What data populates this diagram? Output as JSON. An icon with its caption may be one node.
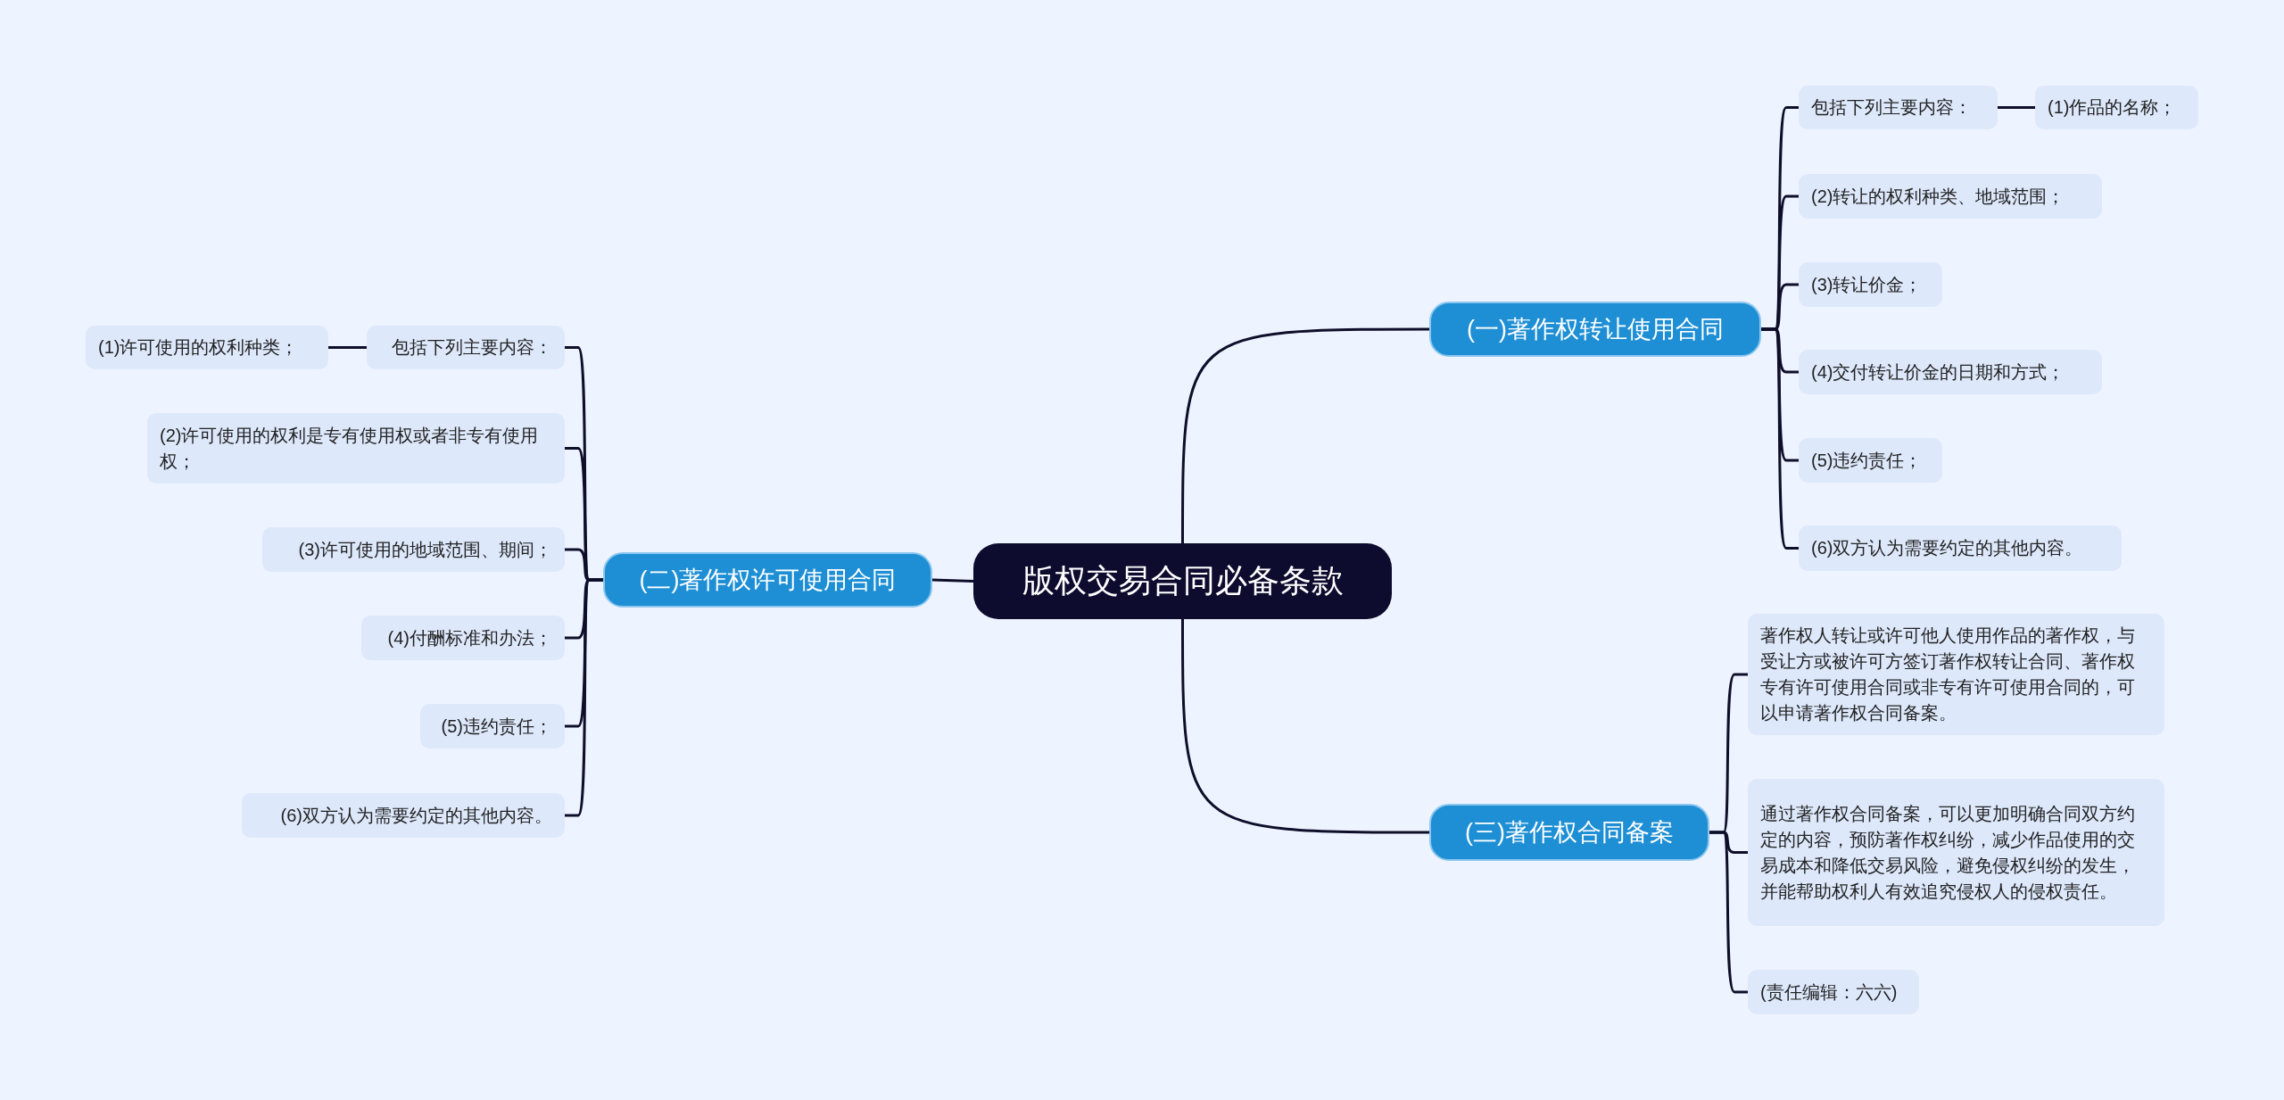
{
  "diagram": {
    "nodes": [
      {
        "text": [
          "版权交易合同必备条款"
        ]
      },
      {
        "text": [
          "(一)著作权转让使用合同"
        ]
      },
      {
        "text": [
          "包括下列主要内容："
        ]
      },
      {
        "text": [
          "(1)作品的名称；"
        ]
      },
      {
        "text": [
          "(2)转让的权利种类、地域范围；"
        ]
      },
      {
        "text": [
          "(3)转让价金；"
        ]
      },
      {
        "text": [
          "(4)交付转让价金的日期和方式；"
        ]
      },
      {
        "text": [
          "(5)违约责任；"
        ]
      },
      {
        "text": [
          "(6)双方认为需要约定的其他内容。"
        ]
      },
      {
        "text": [
          "(二)著作权许可使用合同"
        ]
      },
      {
        "text": [
          "包括下列主要内容："
        ]
      },
      {
        "text": [
          "(1)许可使用的权利种类；"
        ]
      },
      {
        "text": [
          "(2)许可使用的权利是专有使用权或者非专有使用权；"
        ]
      },
      {
        "text": [
          "(3)许可使用的地域范围、期间；"
        ]
      },
      {
        "text": [
          "(4)付酬标准和办法；"
        ]
      },
      {
        "text": [
          "(5)违约责任；"
        ]
      },
      {
        "text": [
          "(6)双方认为需要约定的其他内容。"
        ]
      },
      {
        "text": [
          "(三)著作权合同备案"
        ]
      },
      {
        "text": [
          "著作权人转让或许可他人使用作品的著作权，与受让方或被许可方签订著作权转让合同、著作权专有许可使用合同或非专有许可使用合同的，可以申请著作权合同备案。"
        ]
      },
      {
        "text": [
          "通过著作权合同备案，可以更加明确合同双方约定的内容，预防著作权纠纷，减少作品使用的交易成本和降低交易风险，避免侵权纠纷的发生，并能帮助权利人有效追究侵权人的侵权责任。"
        ]
      },
      {
        "text": [
          "(责任编辑：六六)"
        ]
      }
    ],
    "edges": [
      {
        "from": 0,
        "to": 1,
        "arrow": "none"
      },
      {
        "from": 1,
        "to": 2,
        "arrow": "none"
      },
      {
        "from": 2,
        "to": 3,
        "arrow": "none"
      },
      {
        "from": 1,
        "to": 4,
        "arrow": "none"
      },
      {
        "from": 1,
        "to": 5,
        "arrow": "none"
      },
      {
        "from": 1,
        "to": 6,
        "arrow": "none"
      },
      {
        "from": 1,
        "to": 7,
        "arrow": "none"
      },
      {
        "from": 1,
        "to": 8,
        "arrow": "none"
      },
      {
        "from": 0,
        "to": 9,
        "arrow": "none"
      },
      {
        "from": 9,
        "to": 10,
        "arrow": "none"
      },
      {
        "from": 10,
        "to": 11,
        "arrow": "none"
      },
      {
        "from": 9,
        "to": 12,
        "arrow": "none"
      },
      {
        "from": 9,
        "to": 13,
        "arrow": "none"
      },
      {
        "from": 9,
        "to": 14,
        "arrow": "none"
      },
      {
        "from": 9,
        "to": 15,
        "arrow": "none"
      },
      {
        "from": 9,
        "to": 16,
        "arrow": "none"
      },
      {
        "from": 0,
        "to": 17,
        "arrow": "none"
      },
      {
        "from": 17,
        "to": 18,
        "arrow": "none"
      },
      {
        "from": 17,
        "to": 19,
        "arrow": "none"
      },
      {
        "from": 17,
        "to": 20,
        "arrow": "none"
      }
    ]
  }
}
